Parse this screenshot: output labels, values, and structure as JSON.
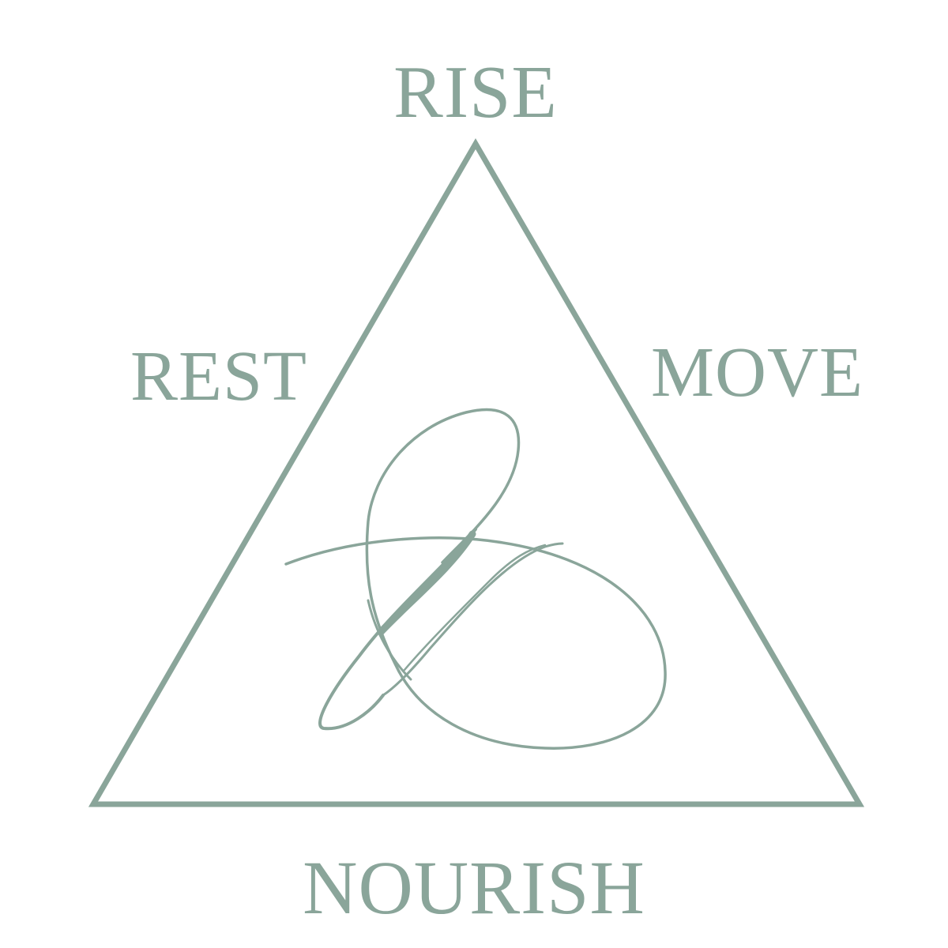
{
  "labels": {
    "top": "RISE",
    "left": "REST",
    "right": "MOVE",
    "bottom": "NOURISH"
  },
  "monogram": {
    "icon": "ampersand-script-icon"
  },
  "colors": {
    "stroke": "#8aa59a",
    "text": "#8aa59a",
    "background": "#ffffff"
  }
}
